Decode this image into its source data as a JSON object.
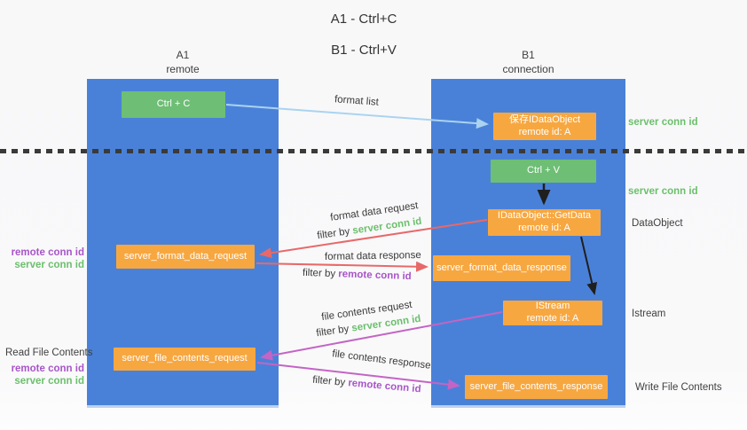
{
  "title": {
    "line1": "A1 - Ctrl+C",
    "line2": "B1 - Ctrl+V"
  },
  "lanes": {
    "a1": {
      "name": "A1",
      "role": "remote"
    },
    "b1": {
      "name": "B1",
      "role": "connection"
    }
  },
  "nodes": {
    "ctrl_c": {
      "label": "Ctrl + C"
    },
    "ctrl_v": {
      "label": "Ctrl + V"
    },
    "save_dataobject": {
      "line1": "保存IDataObject",
      "line2": "remote id: A"
    },
    "getdata": {
      "line1": "IDataObject::GetData",
      "line2": "remote id: A"
    },
    "istream": {
      "line1": "IStream",
      "line2": "remote id: A"
    },
    "format_request": {
      "label": "server_format_data_request"
    },
    "format_response": {
      "label": "server_format_data_response"
    },
    "file_request": {
      "label": "server_file_contents_request"
    },
    "file_response": {
      "label": "server_file_contents_response"
    }
  },
  "edges": {
    "format_list": {
      "label": "format list"
    },
    "format_data_request": {
      "label": "format data request",
      "filter_prefix": "filter by ",
      "filter_key": "server conn id"
    },
    "format_data_response": {
      "label": "format data response",
      "filter_prefix": "filter by ",
      "filter_key": "remote conn id"
    },
    "file_contents_request": {
      "label": "file contents request",
      "filter_prefix": "filter by ",
      "filter_key": "server conn id"
    },
    "file_contents_response": {
      "label": "file contents response",
      "filter_prefix": "filter by ",
      "filter_key": "remote conn id"
    }
  },
  "annotations": {
    "right_server_conn_top": "server conn id",
    "right_server_conn_mid": "server conn id",
    "right_dataobject": "DataObject",
    "right_istream": "Istream",
    "right_write_file": "Write File Contents",
    "left_remote_conn_1": "remote conn id",
    "left_server_conn_1": "server conn id",
    "left_read_file": "Read File Contents",
    "left_remote_conn_2": "remote conn id",
    "left_server_conn_2": "server conn id"
  },
  "colors": {
    "lane_blue": "#4a81d8",
    "node_green": "#6ebe75",
    "node_orange": "#f7a740",
    "arrow_light_blue": "#aad3f0",
    "arrow_red": "#e86969",
    "arrow_magenta": "#c464c4",
    "arrow_black": "#1f1f1f",
    "text_green": "#6cbf6c",
    "text_purple": "#a855c8",
    "text_dark": "#3a3a3a"
  }
}
